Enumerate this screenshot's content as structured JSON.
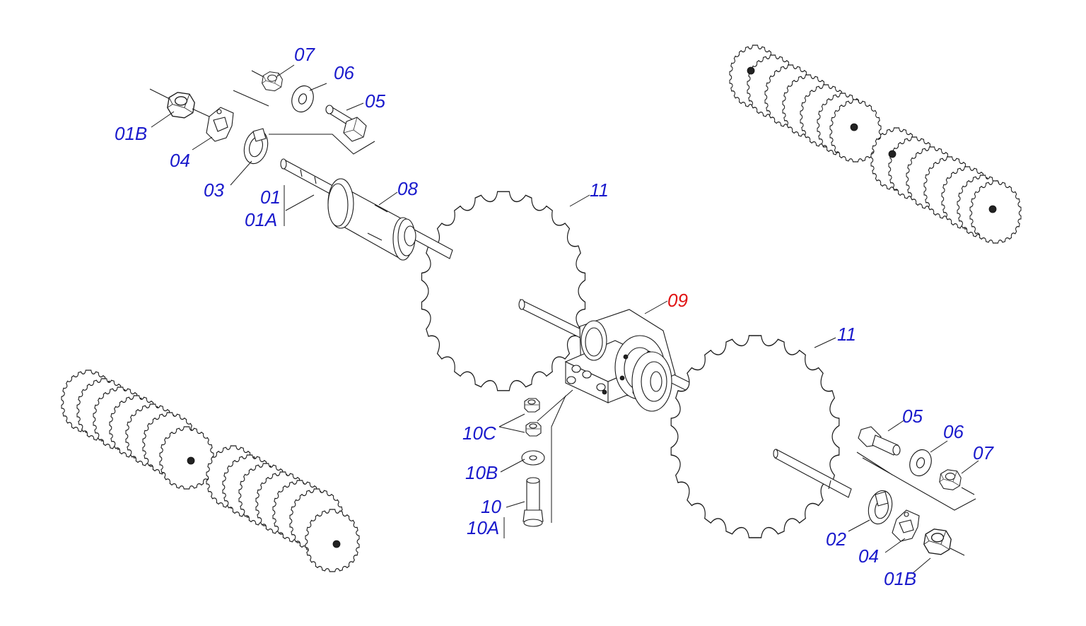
{
  "colors": {
    "label": "#1a1acc",
    "highlight": "#e01414",
    "line": "#1a1a1a",
    "background": "#ffffff"
  },
  "labels": {
    "p07_top": "07",
    "p06_top": "06",
    "p05_top": "05",
    "p01B_top": "01B",
    "p04_top": "04",
    "p03": "03",
    "p01": "01",
    "p01A": "01A",
    "p08": "08",
    "p11_top": "11",
    "p09": "09",
    "p11_right": "11",
    "p10C": "10C",
    "p10B": "10B",
    "p10": "10",
    "p10A": "10A",
    "p05_bottom": "05",
    "p06_bottom": "06",
    "p07_bottom": "07",
    "p02": "02",
    "p04_bottom": "04",
    "p01B_bottom": "01B"
  },
  "icons": {
    "gang_assembly_top_right": "disc-gang-icon",
    "gang_assembly_bottom_left": "disc-gang-icon",
    "notched_disc": "notched-disc-icon",
    "bearing_housing": "bearing-housing-icon"
  }
}
